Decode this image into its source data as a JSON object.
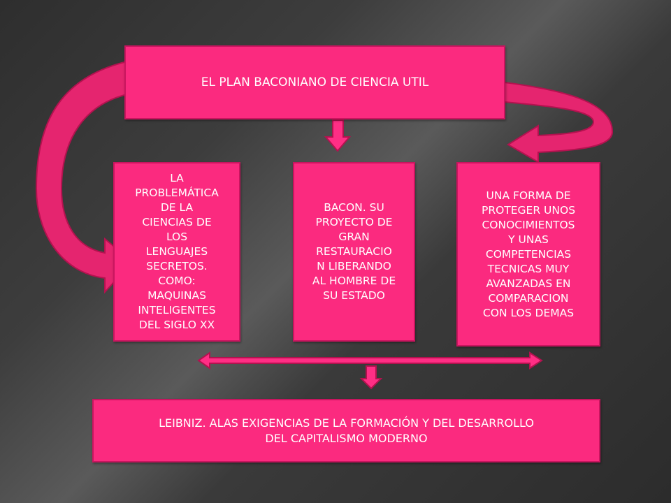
{
  "colors": {
    "box_fill": "#fb2a7f",
    "box_border": "#c9155f",
    "arrow_fill": "#e5256f",
    "text": "#ffffff"
  },
  "diagram": {
    "title": "EL PLAN BACONIANO DE CIENCIA UTIL",
    "left_box": "LA\nPROBLEMÁTICA\nDE LA\nCIENCIAS DE\nLOS\nLENGUAJES\nSECRETOS.\nCOMO:\nMAQUINAS\nINTELIGENTES\nDEL SIGLO XX",
    "middle_box": "BACON. SU\nPROYECTO DE\nGRAN\nRESTAURACIO\nN LIBERANDO\nAL HOMBRE DE\nSU ESTADO",
    "right_box": "UNA FORMA DE\nPROTEGER UNOS\nCONOCIMIENTOS\nY UNAS\nCOMPETENCIAS\nTECNICAS MUY\nAVANZADAS EN\nCOMPARACION\nCON LOS DEMAS",
    "bottom_box": "LEIBNIZ. ALAS EXIGENCIAS DE LA FORMACIÓN Y DEL DESARROLLO\nDEL CAPITALISMO MODERNO"
  }
}
